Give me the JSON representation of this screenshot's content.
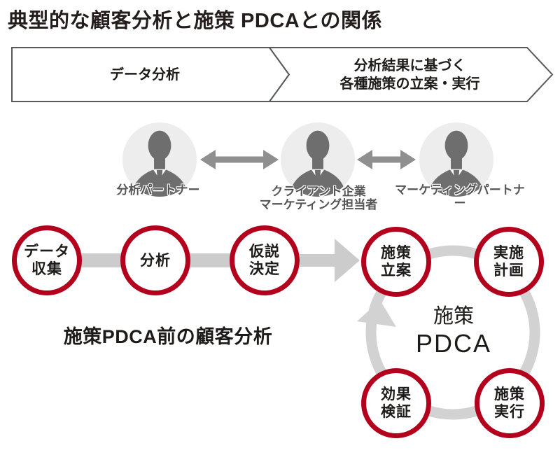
{
  "title": "典型的な顧客分析と施策 PDCAとの関係",
  "banners": {
    "data_analysis": "データ分析",
    "planning": "分析結果に基づく\n各種施策の立案・実行"
  },
  "stakeholders": {
    "analysis_partner": "分析パートナー",
    "client": "クライアント企業\nマーケティング担当者",
    "marketing_partner": "マーケティングパートナー"
  },
  "pre_pdca": {
    "steps": [
      {
        "label": "データ\n収集"
      },
      {
        "label": "分析"
      },
      {
        "label": "仮説\n決定"
      }
    ],
    "caption": "施策PDCA前の顧客分析"
  },
  "pdca": {
    "center_line1": "施策",
    "center_line2": "PDCA",
    "steps": [
      {
        "label": "施策\n立案"
      },
      {
        "label": "実施\n計画"
      },
      {
        "label": "施策\n実行"
      },
      {
        "label": "効果\n検証"
      }
    ]
  },
  "icons": [
    "person-icon",
    "double-arrow-icon",
    "flow-arrow-icon",
    "cycle-arrow-icon"
  ],
  "colors": {
    "accent_red": "#b2001d",
    "connector_gray": "#cccccc",
    "ring_gray": "#d2d2d2",
    "arrow_gray": "#8f8f8f",
    "silhouette_gray": "#6e6e6e",
    "avatar_bg": "#ededed",
    "banner_border": "#58595b",
    "text_dark": "#1d1a19"
  }
}
